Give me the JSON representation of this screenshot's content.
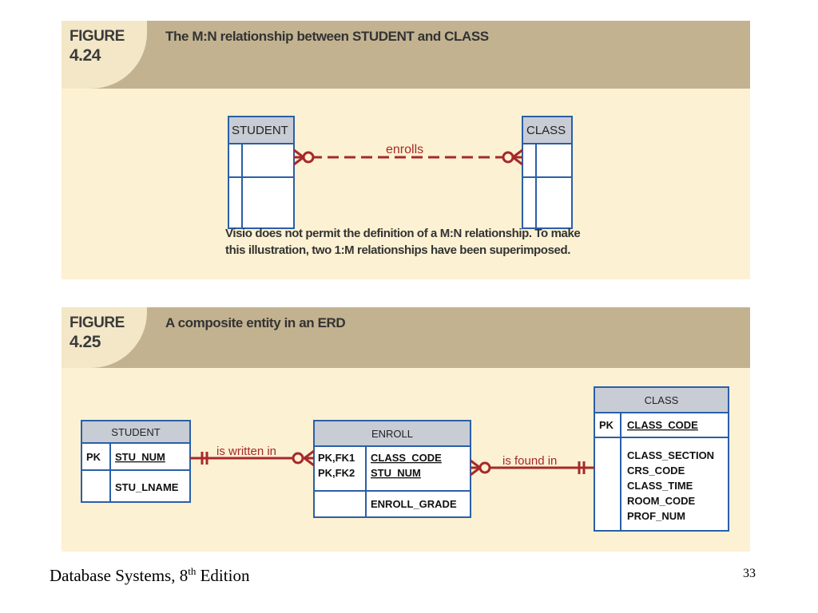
{
  "figure1": {
    "label": "FIGURE",
    "number": "4.24",
    "title": "The M:N relationship between STUDENT and CLASS",
    "entity_left": "STUDENT",
    "entity_right": "CLASS",
    "relationship": "enrolls",
    "caption_line1": "Visio does not permit the definition of a M:N relationship. To make",
    "caption_line2": "this illustration, two 1:M relationships have been superimposed."
  },
  "figure2": {
    "label": "FIGURE",
    "number": "4.25",
    "title": "A composite entity in an ERD",
    "student": {
      "name": "STUDENT",
      "pk_key": "PK",
      "pk_attr": "STU_NUM",
      "attr": "STU_LNAME"
    },
    "enroll": {
      "name": "ENROLL",
      "key1": "PK,FK1",
      "key2": "PK,FK2",
      "attr1": "CLASS_CODE",
      "attr2": "STU_NUM",
      "attr3": "ENROLL_GRADE"
    },
    "class": {
      "name": "CLASS",
      "pk_key": "PK",
      "pk_attr": "CLASS_CODE",
      "attrs": [
        "CLASS_SECTION",
        "CRS_CODE",
        "CLASS_TIME",
        "ROOM_CODE",
        "PROF_NUM"
      ]
    },
    "rel_left": "is written in",
    "rel_right": "is found in"
  },
  "footer": {
    "text_before": "Database Systems, 8",
    "sup": "th",
    "text_after": " Edition",
    "page": "33"
  },
  "colors": {
    "header_band": "#c2b290",
    "panel_bg": "#fcf1d3",
    "entity_border": "#2a5fa8",
    "entity_header": "#c8ccd4",
    "relationship": "#a52a2a"
  }
}
